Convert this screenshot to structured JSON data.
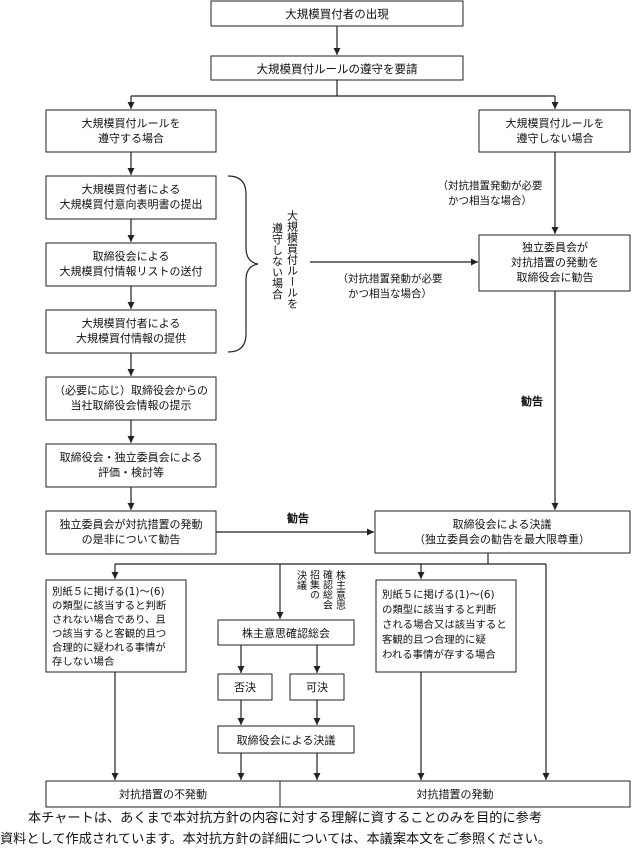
{
  "boxes": {
    "appearance": "大規模買付者の出現",
    "request": "大規模買付ルールの遵守を要請",
    "comply": [
      "大規模買付ルールを",
      "遵守する場合"
    ],
    "not_comply": [
      "大規模買付ルールを",
      "遵守しない場合"
    ],
    "intent_letter": [
      "大規模買付者による",
      "大規模買付意向表明書の提出"
    ],
    "info_list": [
      "取締役会による",
      "大規模買付情報リストの送付"
    ],
    "info_provide": [
      "大規模買付者による",
      "大規模買付情報の提供"
    ],
    "board_info": [
      "（必要に応じ）取締役会からの",
      "当社取締役会情報の提示"
    ],
    "evaluation": [
      "取締役会・独立委員会による",
      "評価・検討等"
    ],
    "committee_advice": [
      "独立委員会が対抗措置の発動",
      "の是非について勧告"
    ],
    "committee_recommend": [
      "独立委員会が",
      "対抗措置の発動を",
      "取締役会に勧告"
    ],
    "board_resolution": [
      "取締役会による決議",
      "（独立委員会の勧告を最大限尊重）"
    ],
    "left_case": [
      "別紙５に掲げる(1)～(6)",
      "の類型に該当すると判断",
      "されない場合であり、且",
      "つ該当すると客観的且つ",
      "合理的に疑われる事情が",
      "存しない場合"
    ],
    "right_case": [
      "別紙５に掲げる(1)～(6)",
      "の類型に該当すると判断",
      "される場合又は該当すると",
      "客観的且つ合理的に疑",
      "われる事情が存する場合"
    ],
    "shareholders_meeting": "株主意思確認総会",
    "rejected": "否決",
    "approved": "可決",
    "board_resolution2": "取締役会による決議",
    "no_activation": "対抗措置の不発動",
    "activation": "対抗措置の発動"
  },
  "labels": {
    "bracket_vertical": [
      "大規模買付ルールを",
      "遵守しない場合"
    ],
    "necessary_top": [
      "（対抗措置発動が必要",
      "かつ相当な場合）"
    ],
    "necessary_mid": [
      "（対抗措置発動が必要",
      "かつ相当な場合）"
    ],
    "recommend_vertical": "勧告",
    "recommend_horizontal": "勧告",
    "meeting_vertical": [
      "株主意思",
      "確認総会",
      "招集の",
      "決議"
    ]
  },
  "footnote": {
    "line1": "本チャートは、あくまで本対抗方針の内容に対する理解に資することのみを目的に参考",
    "line2": "資料として作成されています。本対抗方針の詳細については、本議案本文をご参照ください。"
  }
}
